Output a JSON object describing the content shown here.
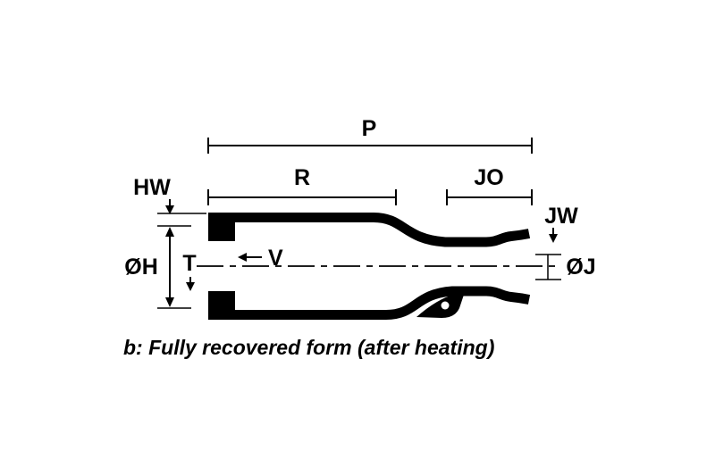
{
  "figure": {
    "caption": "b: Fully recovered form (after heating)",
    "labels": {
      "p": "P",
      "r": "R",
      "jo": "JO",
      "hw": "HW",
      "oh": "ØH",
      "t": "T",
      "v": "V",
      "jw": "JW",
      "oj": "ØJ"
    },
    "colors": {
      "line": "#000000",
      "background": "#ffffff"
    }
  }
}
